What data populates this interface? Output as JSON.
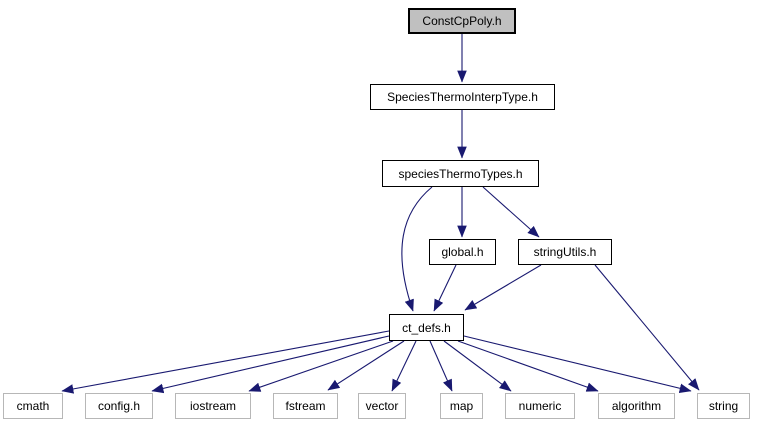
{
  "graph": {
    "colors": {
      "edge": "#191970",
      "node_border": "#000000",
      "system_node_border": "#b7b7b7",
      "root_fill": "#c0c0c0",
      "node_fill": "#ffffff",
      "background": "#ffffff",
      "text": "#000000"
    },
    "nodes": [
      {
        "id": "ConstCpPoly.h",
        "label": "ConstCpPoly.h",
        "kind": "root"
      },
      {
        "id": "SpeciesThermoInterpType.h",
        "label": "SpeciesThermoInterpType.h",
        "kind": "file"
      },
      {
        "id": "speciesThermoTypes.h",
        "label": "speciesThermoTypes.h",
        "kind": "file"
      },
      {
        "id": "global.h",
        "label": "global.h",
        "kind": "file"
      },
      {
        "id": "stringUtils.h",
        "label": "stringUtils.h",
        "kind": "file"
      },
      {
        "id": "ct_defs.h",
        "label": "ct_defs.h",
        "kind": "file"
      },
      {
        "id": "cmath",
        "label": "cmath",
        "kind": "system"
      },
      {
        "id": "config.h",
        "label": "config.h",
        "kind": "system"
      },
      {
        "id": "iostream",
        "label": "iostream",
        "kind": "system"
      },
      {
        "id": "fstream",
        "label": "fstream",
        "kind": "system"
      },
      {
        "id": "vector",
        "label": "vector",
        "kind": "system"
      },
      {
        "id": "map",
        "label": "map",
        "kind": "system"
      },
      {
        "id": "numeric",
        "label": "numeric",
        "kind": "system"
      },
      {
        "id": "algorithm",
        "label": "algorithm",
        "kind": "system"
      },
      {
        "id": "string",
        "label": "string",
        "kind": "system"
      }
    ],
    "edges": [
      {
        "from": "ConstCpPoly.h",
        "to": "SpeciesThermoInterpType.h"
      },
      {
        "from": "SpeciesThermoInterpType.h",
        "to": "speciesThermoTypes.h"
      },
      {
        "from": "speciesThermoTypes.h",
        "to": "global.h"
      },
      {
        "from": "speciesThermoTypes.h",
        "to": "stringUtils.h"
      },
      {
        "from": "speciesThermoTypes.h",
        "to": "ct_defs.h"
      },
      {
        "from": "global.h",
        "to": "ct_defs.h"
      },
      {
        "from": "stringUtils.h",
        "to": "ct_defs.h"
      },
      {
        "from": "stringUtils.h",
        "to": "string"
      },
      {
        "from": "ct_defs.h",
        "to": "cmath"
      },
      {
        "from": "ct_defs.h",
        "to": "config.h"
      },
      {
        "from": "ct_defs.h",
        "to": "iostream"
      },
      {
        "from": "ct_defs.h",
        "to": "fstream"
      },
      {
        "from": "ct_defs.h",
        "to": "vector"
      },
      {
        "from": "ct_defs.h",
        "to": "map"
      },
      {
        "from": "ct_defs.h",
        "to": "numeric"
      },
      {
        "from": "ct_defs.h",
        "to": "algorithm"
      },
      {
        "from": "ct_defs.h",
        "to": "string"
      }
    ]
  }
}
